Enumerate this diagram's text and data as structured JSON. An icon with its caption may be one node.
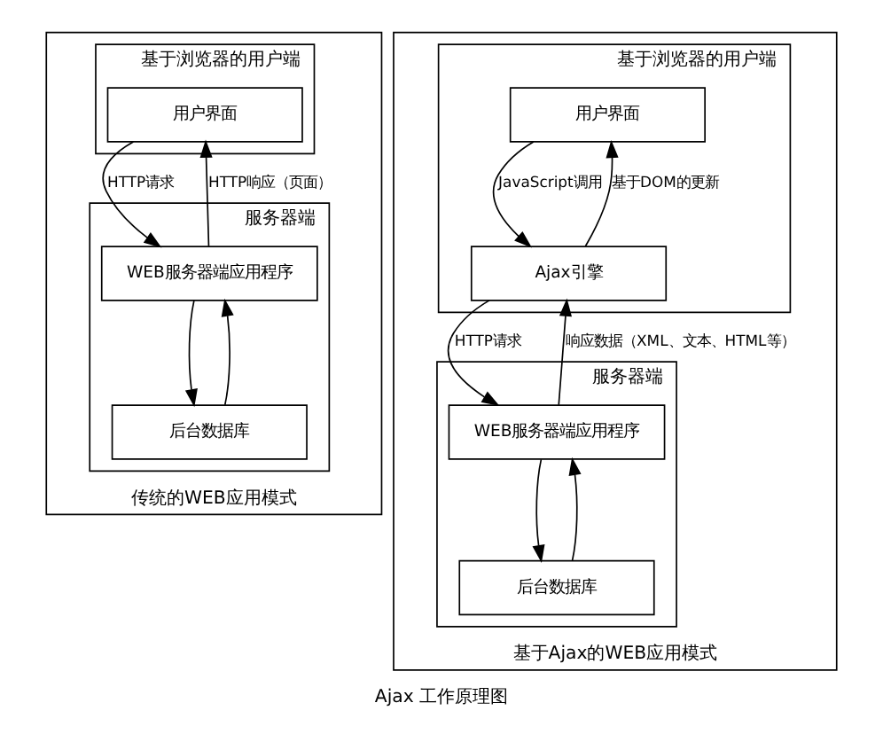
{
  "diagram": {
    "caption": "Ajax 工作原理图",
    "nodes": [
      {
        "text": [
          "传统的WEB应用模式"
        ]
      },
      {
        "text": [
          "基于浏览器的用户端"
        ],
        "in": 0
      },
      {
        "text": [
          "用户界面"
        ],
        "in": 1
      },
      {
        "text": [
          "服务器端"
        ],
        "in": 0
      },
      {
        "text": [
          "WEB服务器端应用程序"
        ],
        "in": 3
      },
      {
        "text": [
          "后台数据库"
        ],
        "in": 3
      },
      {
        "text": [
          "基于Ajax的WEB应用模式"
        ]
      },
      {
        "text": [
          "基于浏览器的用户端"
        ],
        "in": 6
      },
      {
        "text": [
          "用户界面"
        ],
        "in": 7
      },
      {
        "text": [
          "Ajax引擎"
        ],
        "in": 7
      },
      {
        "text": [
          "服务器端"
        ],
        "in": 6
      },
      {
        "text": [
          "WEB服务器端应用程序"
        ],
        "in": 10
      },
      {
        "text": [
          "后台数据库"
        ],
        "in": 10
      }
    ],
    "edges": [
      {
        "from": 2,
        "to": 4,
        "arrow": "to",
        "label": "HTTP请求"
      },
      {
        "from": 4,
        "to": 2,
        "arrow": "to",
        "label": "HTTP响应（页面）"
      },
      {
        "from": 4,
        "to": 5,
        "arrow": "to"
      },
      {
        "from": 5,
        "to": 4,
        "arrow": "to"
      },
      {
        "from": 8,
        "to": 9,
        "arrow": "to",
        "label": "JavaScript调用"
      },
      {
        "from": 9,
        "to": 8,
        "arrow": "to",
        "label": "基于DOM的更新"
      },
      {
        "from": 9,
        "to": 11,
        "arrow": "to",
        "label": "HTTP请求"
      },
      {
        "from": 11,
        "to": 9,
        "arrow": "to",
        "label": "响应数据（XML、文本、HTML等）"
      },
      {
        "from": 11,
        "to": 12,
        "arrow": "to"
      },
      {
        "from": 12,
        "to": 11,
        "arrow": "to"
      }
    ]
  }
}
